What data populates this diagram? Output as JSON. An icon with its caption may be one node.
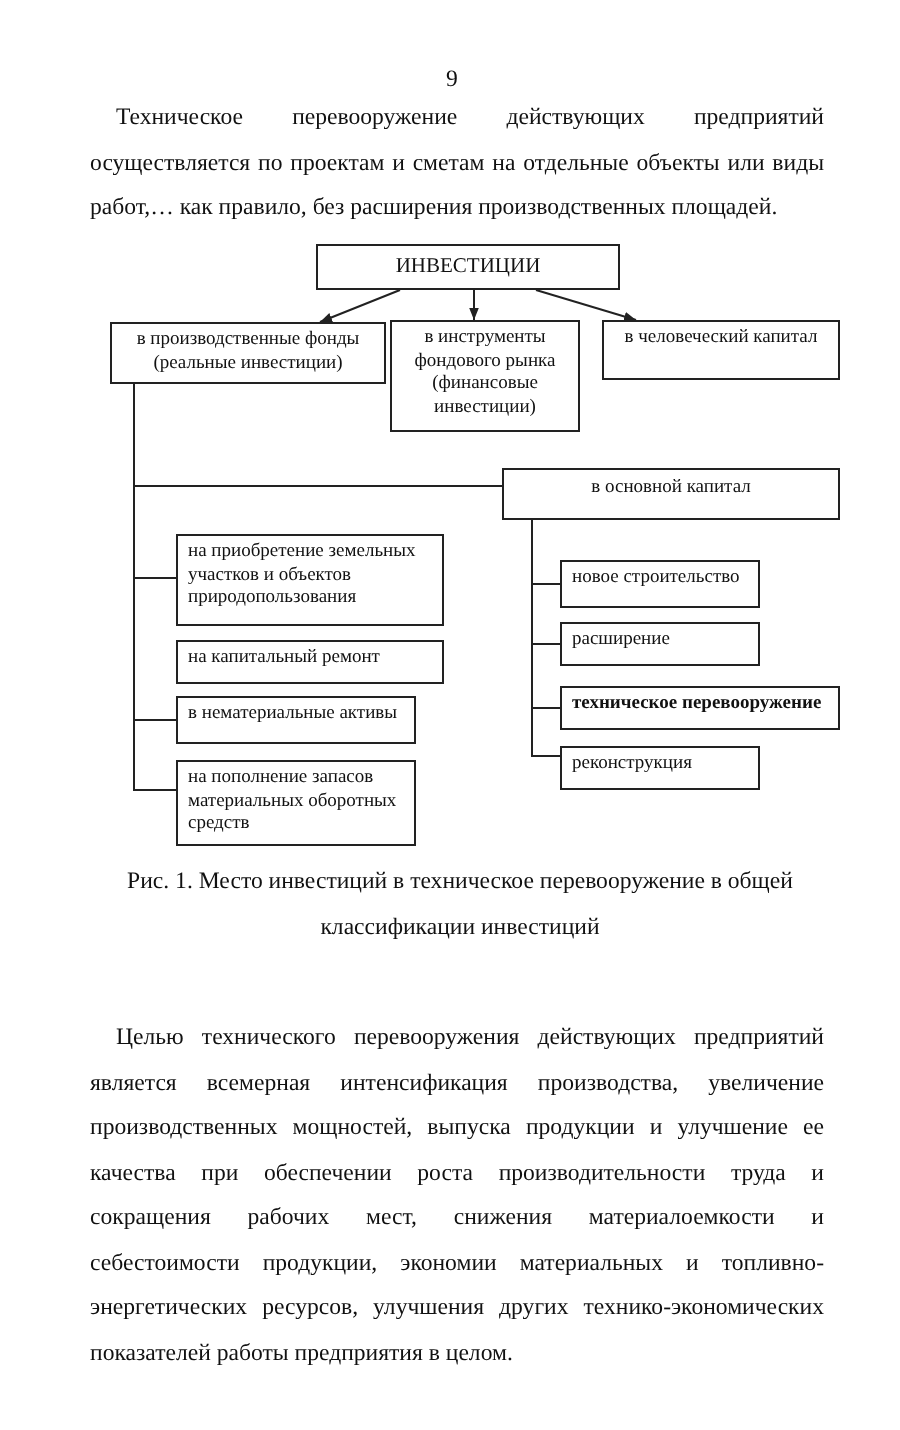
{
  "diagram": {
    "caption": "Рис. 1. Место инвестиций в техническое перевооружение в общей классификации инвестиций",
    "nodes": [
      {
        "text": [
          "ИНВЕСТИЦИИ"
        ]
      },
      {
        "text": [
          "в производственные фонды (реальные инвестиции)"
        ]
      },
      {
        "text": [
          "в инструменты фондового рынка (финансовые инвестиции)"
        ]
      },
      {
        "text": [
          "в человеческий капитал"
        ]
      },
      {
        "text": [
          "в основной капитал"
        ]
      },
      {
        "text": [
          "на приобретение земельных участков и объектов природопользования"
        ]
      },
      {
        "text": [
          "на капитальный ремонт"
        ]
      },
      {
        "text": [
          "в нематериальные активы"
        ]
      },
      {
        "text": [
          "на пополнение  запасов материальных оборотных средств"
        ]
      },
      {
        "text": [
          "новое строительство"
        ]
      },
      {
        "text": [
          "расширение"
        ]
      },
      {
        "text": [
          "техническое перевооружение"
        ]
      },
      {
        "text": [
          "реконструкция"
        ]
      }
    ],
    "edges": [
      {
        "from": 0,
        "to": 1,
        "arrow": "to"
      },
      {
        "from": 0,
        "to": 2,
        "arrow": "to"
      },
      {
        "from": 0,
        "to": 3,
        "arrow": "to"
      },
      {
        "from": 1,
        "to": 4,
        "arrow": "none"
      },
      {
        "from": 1,
        "to": 5,
        "arrow": "none"
      },
      {
        "from": 1,
        "to": 7,
        "arrow": "none"
      },
      {
        "from": 1,
        "to": 8,
        "arrow": "none"
      },
      {
        "from": 4,
        "to": 9,
        "arrow": "none"
      },
      {
        "from": 4,
        "to": 10,
        "arrow": "none"
      },
      {
        "from": 4,
        "to": 11,
        "arrow": "none"
      },
      {
        "from": 4,
        "to": 12,
        "arrow": "none"
      }
    ],
    "labels": [
      "9",
      "Техническое перевооружение действующих предприятий осуществляется по проектам и сметам на отдельные объекты или виды работ,… как правило, без расширения производственных площадей.",
      "Целью технического перевооружения действующих предприятий является всемерная интенсификация производства, увеличение производственных мощностей, выпуска продукции и улучшение ее качества при обеспечении роста производительности труда и сокращения рабочих мест, снижения материалоемкости и себестоимости продукции, экономии материальных и топливно-энергетических ресурсов, улучшения других технико-экономических показателей работы предприятия в целом."
    ]
  }
}
